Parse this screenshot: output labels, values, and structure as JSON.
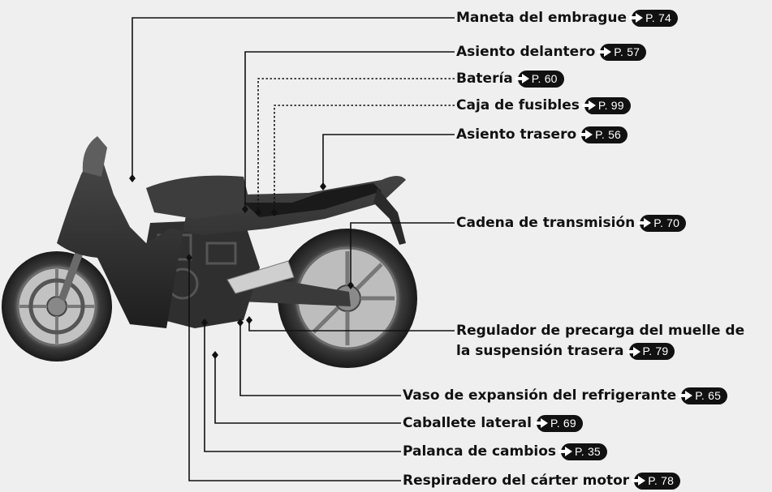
{
  "callouts": [
    {
      "id": "clutch-lever",
      "text": "Maneta del embrague",
      "page": "P. 74",
      "style": "solid"
    },
    {
      "id": "front-seat",
      "text": "Asiento delantero",
      "page": "P. 57",
      "style": "solid"
    },
    {
      "id": "battery",
      "text": "Batería",
      "page": "P. 60",
      "style": "dotted"
    },
    {
      "id": "fuse-box",
      "text": "Caja de fusibles",
      "page": "P. 99",
      "style": "dotted"
    },
    {
      "id": "rear-seat",
      "text": "Asiento trasero",
      "page": "P. 56",
      "style": "solid"
    },
    {
      "id": "drive-chain",
      "text": "Cadena de transmisión",
      "page": "P. 70",
      "style": "solid"
    },
    {
      "id": "rear-suspension-preload",
      "text_line1": "Regulador de precarga del muelle de",
      "text_line2": "la suspensión trasera",
      "page": "P. 79",
      "style": "solid"
    },
    {
      "id": "coolant-reserve",
      "text": "Vaso de expansión del refrigerante",
      "page": "P. 65",
      "style": "solid"
    },
    {
      "id": "side-stand",
      "text": "Caballete lateral",
      "page": "P. 69",
      "style": "solid"
    },
    {
      "id": "gearshift-pedal",
      "text": "Palanca de cambios",
      "page": "P. 35",
      "style": "solid"
    },
    {
      "id": "crankcase-breather",
      "text": "Respiradero del cárter motor",
      "page": "P. 78",
      "style": "solid"
    }
  ],
  "colors": {
    "background": "#efefef",
    "ink": "#111111",
    "bike_dark": "#2a2a2a",
    "bike_mid": "#555555"
  }
}
